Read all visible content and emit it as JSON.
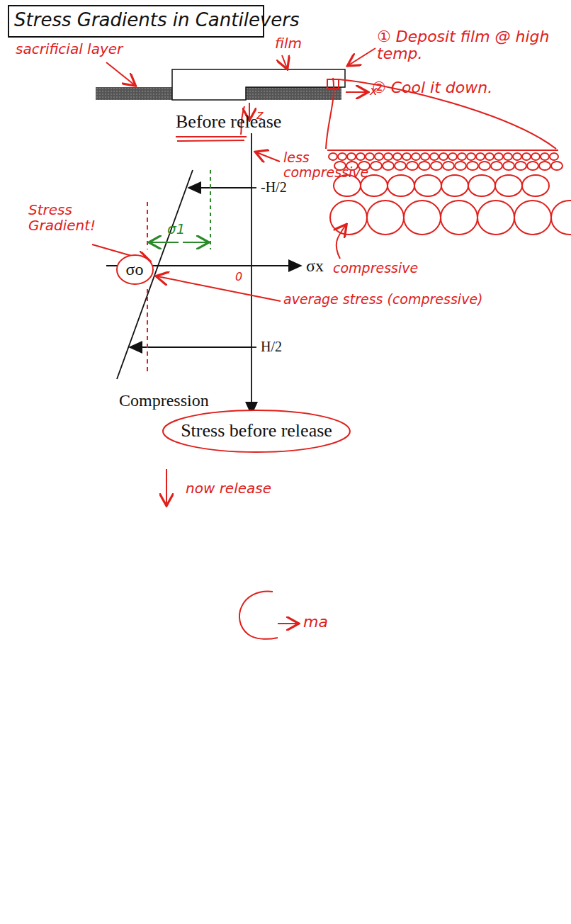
{
  "diagram": {
    "title": "Stress Gradients in Cantilevers",
    "nodes": [
      {
        "text": [
          "σo"
        ]
      },
      {
        "text": [
          "Stress before release"
        ]
      }
    ],
    "labels": [
      "sacrificial layer",
      "film",
      "① Deposit film @ high temp.",
      "② Cool it down.",
      "x",
      "z",
      "Before release",
      "less compressive",
      "-H/2",
      "H/2",
      "σx",
      "z",
      "0",
      "σ1",
      "Stress Gradient!",
      "compressive",
      "average stress (compressive)",
      "Compression",
      "now release",
      "ma"
    ]
  }
}
